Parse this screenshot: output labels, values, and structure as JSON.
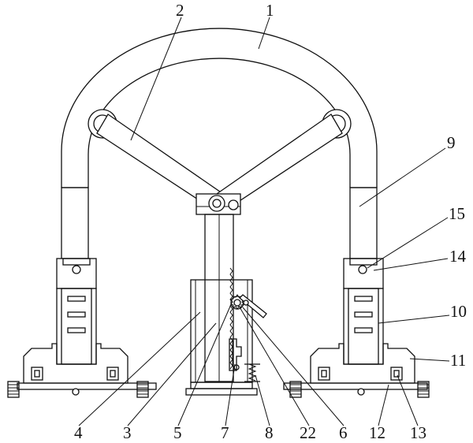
{
  "figure": {
    "background": "#ffffff",
    "ink": "#111111"
  },
  "callouts": [
    {
      "id": "c1",
      "text": "1"
    },
    {
      "id": "c2",
      "text": "2"
    },
    {
      "id": "c9",
      "text": "9"
    },
    {
      "id": "c15",
      "text": "15"
    },
    {
      "id": "c14",
      "text": "14"
    },
    {
      "id": "c10",
      "text": "10"
    },
    {
      "id": "c11",
      "text": "11"
    },
    {
      "id": "c4",
      "text": "4"
    },
    {
      "id": "c3",
      "text": "3"
    },
    {
      "id": "c5",
      "text": "5"
    },
    {
      "id": "c7",
      "text": "7"
    },
    {
      "id": "c8",
      "text": "8"
    },
    {
      "id": "c22",
      "text": "22"
    },
    {
      "id": "c6",
      "text": "6"
    },
    {
      "id": "c12",
      "text": "12"
    },
    {
      "id": "c13",
      "text": "13"
    }
  ]
}
